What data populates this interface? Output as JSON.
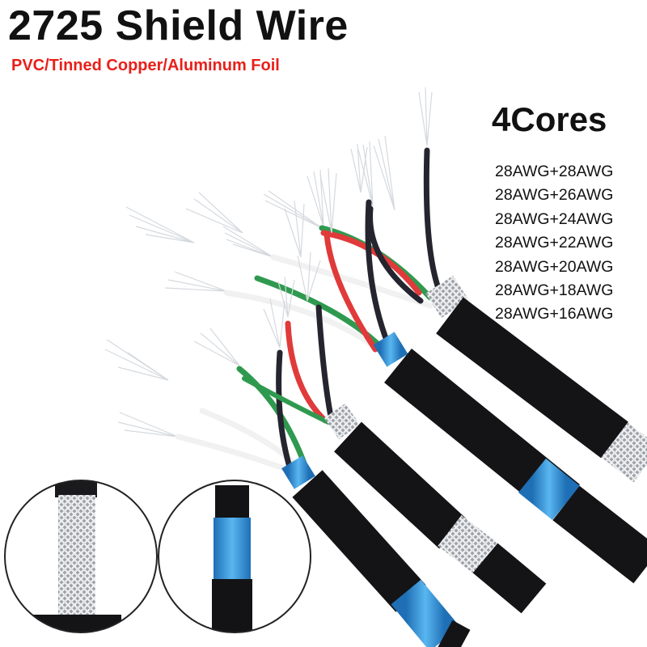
{
  "title": "2725 Shield Wire",
  "subtitle": "PVC/Tinned Copper/Aluminum Foil",
  "cores_label": "4Cores",
  "awg_options": [
    "28AWG+28AWG",
    "28AWG+26AWG",
    "28AWG+24AWG",
    "28AWG+22AWG",
    "28AWG+20AWG",
    "28AWG+18AWG",
    "28AWG+16AWG"
  ],
  "colors": {
    "subtitle_red": "#e8201a",
    "jacket_black": "#141416",
    "braid_silver": "#b9bcc0",
    "foil_blue": "#2f8fd6",
    "core_red": "#e03a3a",
    "core_green": "#2f9a4f",
    "core_white": "#f2f2f2",
    "core_black": "#252530",
    "copper_strands": "#d9dde2"
  },
  "cables": [
    {
      "cores": [
        "white",
        "green",
        "red",
        "black"
      ]
    },
    {
      "cores": [
        "white",
        "green",
        "red",
        "black"
      ]
    },
    {
      "cores": [
        "white",
        "green",
        "red",
        "black"
      ]
    }
  ],
  "insets": [
    {
      "shows": "tinned-copper-braid"
    },
    {
      "shows": "aluminum-foil-shield"
    }
  ]
}
